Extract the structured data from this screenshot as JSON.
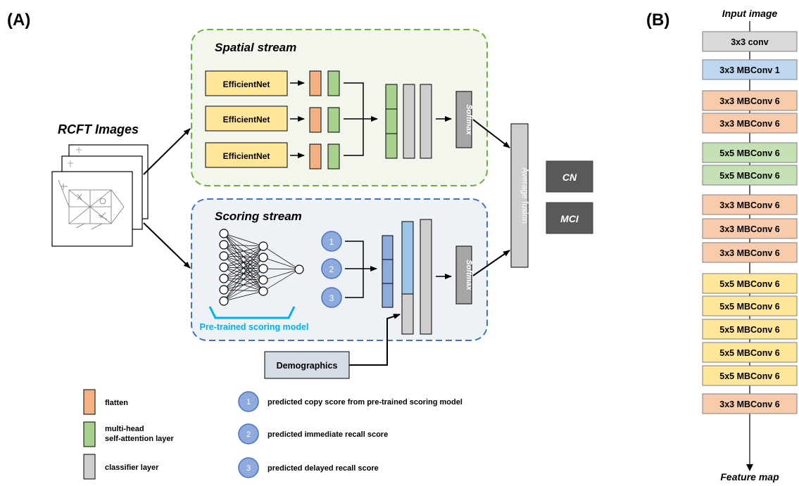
{
  "panel_labels": {
    "a": "(A)",
    "b": "(B)"
  },
  "input": {
    "title": "RCFT Images"
  },
  "spatial_stream": {
    "title": "Spatial stream",
    "backbones": [
      "EfficientNet",
      "EfficientNet",
      "EfficientNet"
    ],
    "softmax_label": "Softmax"
  },
  "scoring_stream": {
    "title": "Scoring stream",
    "score_nodes": [
      "1",
      "2",
      "3"
    ],
    "model_caption": "Pre-trained scoring model",
    "softmax_label": "Softmax"
  },
  "fusion": {
    "label": "Average fusion"
  },
  "outputs": [
    "CN",
    "MCI"
  ],
  "demographics": {
    "label": "Demographics"
  },
  "legend": {
    "flatten": "flatten",
    "attention_line1": "multi-head",
    "attention_line2": "self-attention layer",
    "classifier": "classifier layer",
    "score1": "predicted copy score from pre-trained scoring model",
    "score2": "predicted immediate recall score",
    "score3": "predicted delayed recall score"
  },
  "efficientnet_architecture": {
    "input_label": "Input image",
    "output_label": "Feature map",
    "blocks": [
      {
        "label": "3x3 conv",
        "group": "conv"
      },
      {
        "label": "3x3 MBConv 1",
        "group": "blue"
      },
      {
        "label": "3x3 MBConv 6",
        "group": "orange"
      },
      {
        "label": "3x3 MBConv 6",
        "group": "orange"
      },
      {
        "label": "5x5 MBConv 6",
        "group": "green"
      },
      {
        "label": "5x5 MBConv 6",
        "group": "green"
      },
      {
        "label": "3x3 MBConv 6",
        "group": "orange"
      },
      {
        "label": "3x3 MBConv 6",
        "group": "orange"
      },
      {
        "label": "3x3 MBConv 6",
        "group": "orange"
      },
      {
        "label": "5x5 MBConv 6",
        "group": "yellow"
      },
      {
        "label": "5x5 MBConv 6",
        "group": "yellow"
      },
      {
        "label": "5x5 MBConv 6",
        "group": "yellow"
      },
      {
        "label": "5x5 MBConv 6",
        "group": "yellow"
      },
      {
        "label": "5x5 MBConv 6",
        "group": "yellow"
      },
      {
        "label": "3x3 MBConv 6",
        "group": "orange"
      }
    ]
  },
  "colors": {
    "spatial_border": "#70ad47",
    "spatial_fill": "#f2f6ec",
    "scoring_border": "#4472c4",
    "scoring_fill": "#eef1f6",
    "efficientnet_fill": "#ffe699",
    "flatten_fill": "#f4b183",
    "attention_fill": "#a9d18e",
    "classifier_fill": "#d0cece",
    "score_fill": "#8faadc",
    "score_bar_fill": "#9dc3e6",
    "output_fill": "#595959",
    "caption_color": "#00b0f0",
    "block_conv": "#d9d9d9",
    "block_blue": "#bdd7ee",
    "block_orange": "#f8cbad",
    "block_green": "#c5e0b4",
    "block_yellow": "#ffe699"
  }
}
